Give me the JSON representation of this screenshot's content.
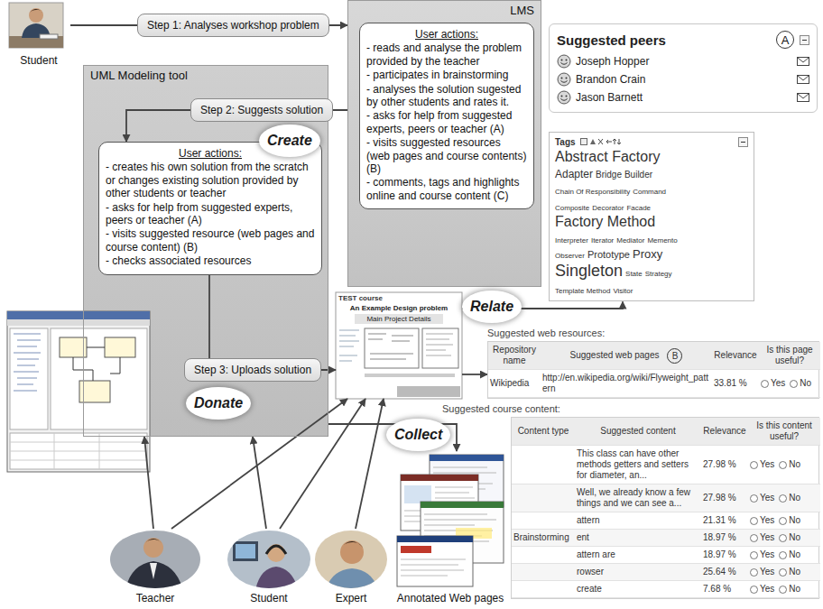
{
  "diagram": {
    "nodes": [
      {
        "text": [
          "Student"
        ]
      },
      {
        "text": [
          "LMS"
        ]
      },
      {
        "text": [
          "User actions:",
          "- reads and analyse the problem provided by the teacher",
          "- participates in brainstorming",
          "- analyses the solution sugested by other students and rates it.",
          "- asks for help from suggested experts, peers or teacher (A)",
          "- visits suggested resources (web pages and course contents) (B)",
          "- comments, tags and highlights online and course content (C)"
        ],
        "in": 1
      },
      {
        "text": [
          "Suggested peers",
          "A",
          "Joseph Hopper",
          "Brandon Crain",
          "Jason Barnett"
        ]
      },
      {
        "text": [
          "Tags",
          "Abstract Factory",
          "Adapter",
          "Bridge",
          "Builder",
          "Chain Of Responsibility",
          "Command",
          "Composite",
          "Decorator",
          "Facade",
          "Factory Method",
          "Interpreter",
          "Iterator",
          "Mediator",
          "Memento",
          "Observer",
          "Prototype",
          "Proxy",
          "Singleton",
          "State",
          "Strategy",
          "Template Method",
          "Visitor"
        ]
      },
      {
        "text": [
          "UML Modeling tool"
        ]
      },
      {
        "text": [
          "User actions:",
          "- creates his own solution from the scratch or changes existing solution provided by other students or teacher",
          "- asks for help from suggested experts, peers or teacher (A)",
          "- visits suggested resource (web pages and course content) (B)",
          "- checks associated resources"
        ],
        "in": 5
      },
      {
        "text": [
          "Create"
        ],
        "in": 5
      },
      {
        "text": [
          "TEST course",
          "An Example Design problem",
          "Main Project Details"
        ]
      },
      {
        "text": [
          "Relate"
        ]
      },
      {
        "text": [
          "Suggested web resources:",
          "Repository name",
          "Suggested web pages",
          "B",
          "Relevance",
          "Is this page useful?",
          "Wikipedia",
          "http://en.wikipedia.org/wiki/Flyweight_pattern",
          "33.81 %",
          "Yes",
          "No"
        ]
      },
      {
        "text": [
          "Donate"
        ],
        "in": 5
      },
      {
        "text": [
          "Suggested course content:",
          "Content type",
          "Suggested content",
          "Relevance",
          "Is this content useful?",
          "This class can have other methods getters and setters for diameter, an...",
          "27.98 %",
          "Yes",
          "No",
          "Well, we already know a few things and we can see a...",
          "27.98 %",
          "Yes",
          "No",
          "attern",
          "21.31 %",
          "Yes",
          "No",
          "Brainstorming",
          "ent",
          "18.97 %",
          "Yes",
          "No",
          "attern are",
          "18.97 %",
          "Yes",
          "No",
          "rowser",
          "25.64 %",
          "Yes",
          "No",
          "create",
          "7.68 %",
          "Yes",
          "No"
        ]
      },
      {
        "text": [
          "Collect"
        ]
      },
      {
        "text": [
          "Annotated Web pages"
        ]
      },
      {
        "text": [
          "Teacher"
        ]
      },
      {
        "text": [
          "Student"
        ]
      },
      {
        "text": [
          "Expert"
        ]
      }
    ],
    "edges": [
      {
        "from": 0,
        "to": 1,
        "label": "Step 1: Analyses workshop problem",
        "arrow": "to"
      },
      {
        "from": 1,
        "to": 6,
        "label": "Step 2: Suggests solution",
        "arrow": "to"
      },
      {
        "from": 6,
        "to": 8,
        "label": "Step 3: Uploads solution",
        "arrow": "to"
      },
      {
        "from": 8,
        "to": 4,
        "arrow": "to"
      },
      {
        "from": 8,
        "to": 10,
        "arrow": "to"
      },
      {
        "from": 5,
        "to": 14,
        "arrow": "to"
      },
      {
        "from": 15,
        "to": 5,
        "arrow": "to"
      },
      {
        "from": 15,
        "to": 8,
        "arrow": "to"
      },
      {
        "from": 16,
        "to": 5,
        "arrow": "to"
      },
      {
        "from": 16,
        "to": 8,
        "arrow": "to"
      },
      {
        "from": 17,
        "to": 8,
        "arrow": "to"
      }
    ]
  }
}
